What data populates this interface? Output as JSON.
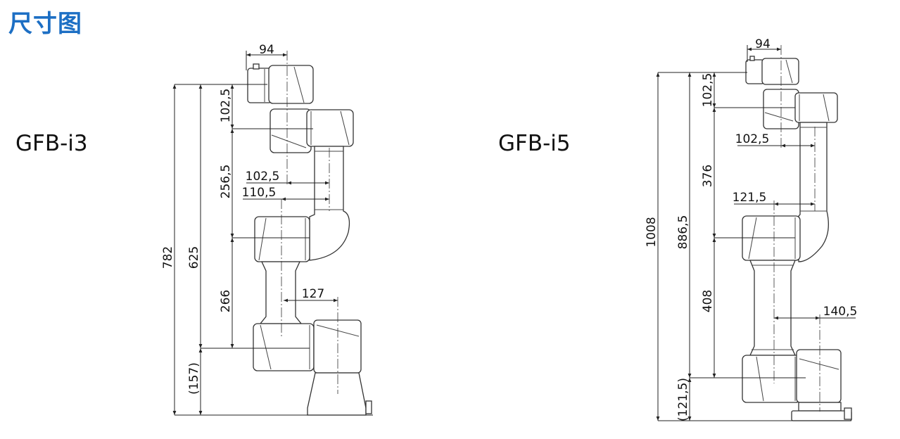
{
  "title": "尺寸图",
  "models": [
    {
      "name": "GFB-i3",
      "dimensions": {
        "total_height": "782",
        "reach_height": "625",
        "base_height": "(157)",
        "wrist_offset": "102,5",
        "upper_arm": "256,5",
        "forearm": "266",
        "tool_offset": "94",
        "wrist_horizontal": "102,5",
        "elbow_horizontal": "110,5",
        "shoulder_horizontal": "127"
      }
    },
    {
      "name": "GFB-i5",
      "dimensions": {
        "total_height": "1008",
        "reach_height": "886,5",
        "base_height": "(121,5)",
        "wrist_offset": "102,5",
        "upper_arm": "376",
        "forearm": "408",
        "tool_offset": "94",
        "wrist_horizontal": "102,5",
        "elbow_horizontal": "121,5",
        "shoulder_horizontal": "140,5"
      }
    }
  ]
}
